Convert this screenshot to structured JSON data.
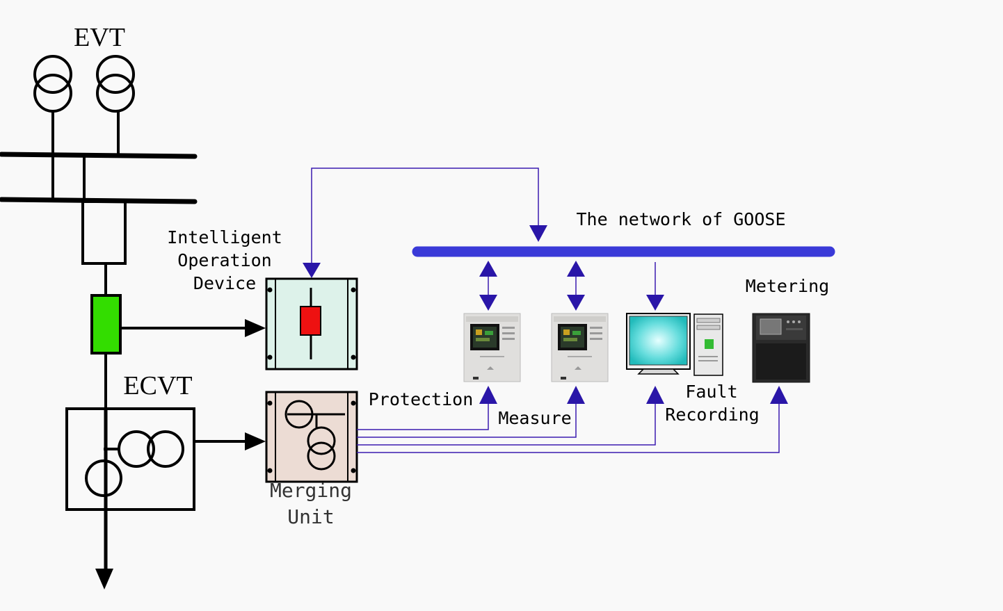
{
  "labels": {
    "evt": "EVT",
    "ecvt": "ECVT",
    "intelligent_line1": "Intelligent",
    "intelligent_line2": "Operation",
    "intelligent_line3": "Device",
    "goose_network": "The network of GOOSE",
    "metering": "Metering",
    "protection": "Protection",
    "measure": "Measure",
    "fault_line1": "Fault",
    "fault_line2": "Recording",
    "merging_line1": "Merging",
    "merging_line2": "Unit"
  },
  "colors": {
    "background": "#f9f9f9",
    "line": "#000000",
    "network_bus": "#3a3ad8",
    "signal_line": "#3a1ab0",
    "arrow_fill": "#2a16a8",
    "green_breaker": "#33dd00",
    "intelligent_device_fill": "#ddf2ea",
    "merging_unit_fill": "#ecdcd4",
    "red_switch": "#ee1111"
  },
  "icons": [
    "protection-relay-icon",
    "measure-relay-icon",
    "fault-recorder-computer-icon",
    "energy-meter-icon"
  ]
}
